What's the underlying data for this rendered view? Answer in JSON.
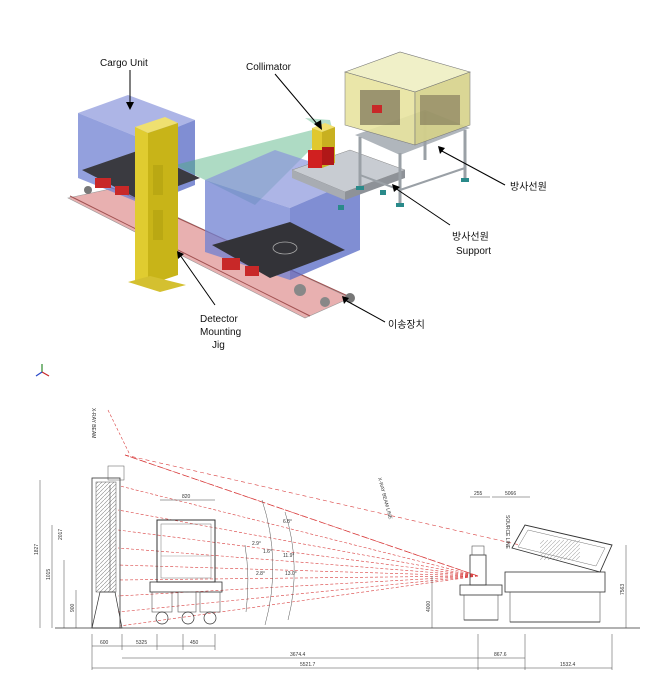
{
  "labels": {
    "cargo_unit": "Cargo Unit",
    "collimator": "Collimator",
    "radiation_source": "방사선원",
    "radiation_source_support_line1": "방사선원",
    "radiation_source_support_line2": "Support",
    "detector_jig_line1": "Detector",
    "detector_jig_line2": "Mounting",
    "detector_jig_line3": "Jig",
    "transfer_device": "이송장치"
  },
  "drawing": {
    "dims_bottom": {
      "d600": "600",
      "d5325": "5325",
      "d450": "450",
      "d36744": "3674.4",
      "d8676": "867.6",
      "d55217": "5521.7",
      "d15324": "1532.4"
    },
    "dims_top": {
      "d820": "820",
      "d255": "255",
      "d5066": "5066"
    },
    "dims_vertical": {
      "left_a": "1827",
      "left_b": "1015",
      "left_c": "2017",
      "left_d": "900",
      "center": "4000",
      "right": "7563"
    },
    "angles": {
      "a1": "6.8°",
      "a2": "2.9°",
      "a3": "1.6°",
      "a4": "11.9°",
      "a5": "2.8°",
      "a6": "13.0°"
    },
    "annotations": {
      "rays_left": "X-RAY BEAM",
      "rays_top": "X-RAY BEAM LINE",
      "source_tag": "SOURCE LINE"
    }
  },
  "colors": {
    "cargo_box": "#5b6fc8",
    "detector_yellow": "#d8c020",
    "support_gray": "#9aa0a6",
    "rail_red": "#c83c3c",
    "beam_green": "#4caf7d",
    "ray_red": "#d94040"
  }
}
